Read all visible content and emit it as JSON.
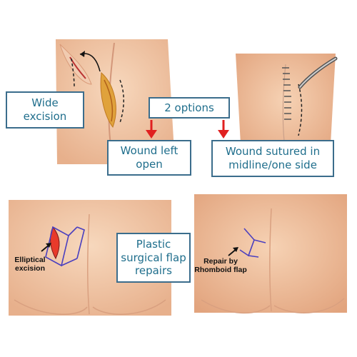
{
  "labels": {
    "wide_excision": "Wide excision",
    "two_options": "2 options",
    "wound_left_open": "Wound left open",
    "wound_sutured": "Wound sutured in midline/one side",
    "plastic_flap": "Plastic surgical flap repairs",
    "elliptical_excision": "Elliptical excision",
    "rhomboid_repair": "Repair by Rhomboid flap"
  },
  "colors": {
    "box_border": "#3b6d8c",
    "box_text": "#1f6e8c",
    "arrow": "#e02020",
    "skin": "#f2c7a4",
    "skin_shadow": "#d99a78",
    "flap_line": "#4a3fbf"
  }
}
